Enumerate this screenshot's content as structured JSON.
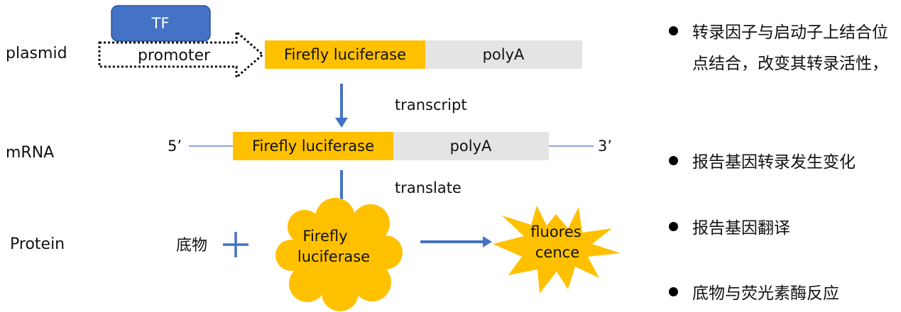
{
  "rows": {
    "plasmid": "plasmid",
    "mrna": "mRNA",
    "protein": "Protein"
  },
  "plasmid": {
    "tf": "TF",
    "promoter": "promoter",
    "gene": "Firefly luciferase",
    "polya": "polyA"
  },
  "steps": {
    "transcript": "transcript",
    "translate": "translate"
  },
  "mrna": {
    "five_prime": "5’",
    "gene": "Firefly luciferase",
    "polya": "polyA",
    "three_prime": "3’"
  },
  "protein": {
    "substrate": "底物",
    "enzyme_line1": "Firefly",
    "enzyme_line2": "luciferase",
    "signal_line1": "fluores",
    "signal_line2": "cence"
  },
  "bullets": [
    "转录因子与启动子上结合位点结合，改变其转录活性，",
    "报告基因转录发生变化",
    "报告基因翻译",
    "底物与荧光素酶反应"
  ],
  "colors": {
    "gene": "#ffc000",
    "polya": "#e4e4e4",
    "tf": "#4472c4",
    "arrow": "#4472c4"
  }
}
